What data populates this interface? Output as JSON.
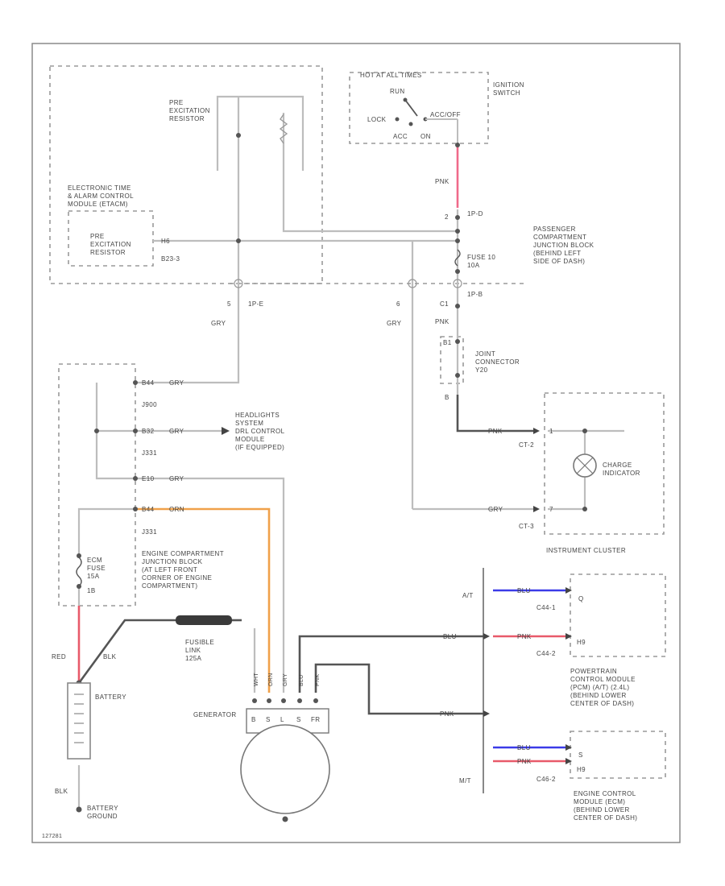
{
  "diagram_id": "127281",
  "colors": {
    "wire": "#bdbdbd",
    "wire_dark": "#555555",
    "pnk": "#f06a8a",
    "orn": "#f0a14a",
    "blu": "#3b3be8",
    "red": "#e85a6a",
    "border": "#8a8a8a"
  },
  "ignition": {
    "hot_label": "HOT AT ALL TIMES",
    "switch_label": "IGNITION\nSWITCH",
    "positions": {
      "run": "RUN",
      "lock": "LOCK",
      "acc": "ACC",
      "on": "ON",
      "accoff": "ACC/OFF"
    },
    "wire_color": "PNK"
  },
  "pre_excitation_top": "PRE\nEXCITATION\nRESISTOR",
  "etacm": {
    "label": "ELECTRONIC TIME\n& ALARM CONTROL\nMODULE (ETACM)",
    "resistor": "PRE\nEXCITATION\nRESISTOR",
    "pin1": "H6",
    "pin2": "B23-3"
  },
  "pjb": {
    "label": "PASSENGER\nCOMPARTMENT\nJUNCTION BLOCK\n(BEHIND LEFT\nSIDE OF DASH)",
    "conn_top_pin": "2",
    "conn_top": "1P-D",
    "fuse": "FUSE 10\n10A",
    "conn_bot_pin": "C1",
    "conn_bot": "1P-B",
    "left_pin": "5",
    "left_conn": "1P-E",
    "mid_pin": "6"
  },
  "wires": {
    "gry": "GRY",
    "pnk": "PNK",
    "red": "RED",
    "blk": "BLK",
    "orn": "ORN",
    "blu": "BLU"
  },
  "joint_connector": {
    "label": "JOINT\nCONNECTOR\nY20",
    "top_pin": "B1",
    "bot_pin": "B"
  },
  "ecjb": {
    "pins": [
      "B44",
      "B32",
      "E10",
      "B44"
    ],
    "joints": [
      "J900",
      "J331",
      "J331"
    ],
    "label": "ENGINE COMPARTMENT\nJUNCTION BLOCK\n(AT LEFT FRONT\nCORNER OF ENGINE\nCOMPARTMENT)",
    "fuse": "ECM\nFUSE\n15A",
    "fuse_pin": "1B"
  },
  "headlights": "HEADLIGHTS\nSYSTEM\nDRL CONTROL\nMODULE\n(IF EQUIPPED)",
  "instrument_cluster": {
    "label": "INSTRUMENT CLUSTER",
    "indicator": "CHARGE\nINDICATOR",
    "conn1": "CT-2",
    "conn2": "CT-3",
    "pin1": "1",
    "pin2": "7"
  },
  "fusible_link": "FUSIBLE\nLINK\n125A",
  "battery": "BATTERY",
  "battery_ground": "BATTERY\nGROUND",
  "generator": {
    "label": "GENERATOR",
    "terminals": [
      "B",
      "S",
      "L",
      "S",
      "FR"
    ],
    "wire_labels": [
      "WHT",
      "ORN",
      "GRY",
      "BLU",
      "PNK"
    ]
  },
  "pcm": {
    "label": "POWERTRAIN\nCONTROL MODULE\n(PCM) (A/T) (2.4L)\n(BEHIND LOWER\nCENTER OF DASH)",
    "at": "A/T",
    "conn1": "C44-1",
    "conn2": "C44-2",
    "pin1": "Q",
    "pin2": "H9",
    "w1": "BLU",
    "w2": "PNK",
    "w3": "BLU",
    "w4": "PNK"
  },
  "ecm": {
    "label": "ENGINE CONTROL\nMODULE (ECM)\n(BEHIND LOWER\nCENTER OF DASH)",
    "mt": "M/T",
    "conn": "C46-2",
    "pin1": "S",
    "pin2": "H9",
    "w1": "BLU",
    "w2": "PNK"
  }
}
